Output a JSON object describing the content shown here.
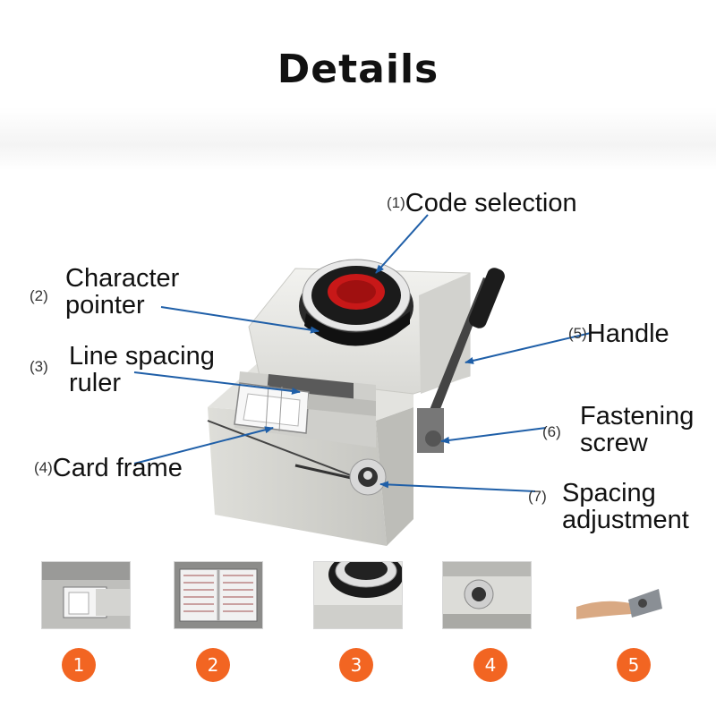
{
  "title": "Details",
  "labels": [
    {
      "num": "(1)",
      "text": "Code selection"
    },
    {
      "num": "(2)",
      "line1": "Character",
      "line2": "pointer"
    },
    {
      "num": "(3)",
      "line1": "Line spacing",
      "line2": "ruler"
    },
    {
      "num": "(4)",
      "text": "Card frame"
    },
    {
      "num": "(5)",
      "text": "Handle"
    },
    {
      "num": "(6)",
      "line1": "Fastening",
      "line2": "screw"
    },
    {
      "num": "(7)",
      "line1": "Spacing",
      "line2": "adjustment"
    }
  ],
  "steps": [
    "1",
    "2",
    "3",
    "4",
    "5"
  ],
  "colors": {
    "arrow": "#1f5fa8",
    "badge": "#f26522",
    "machine": "#e9e9e6"
  }
}
